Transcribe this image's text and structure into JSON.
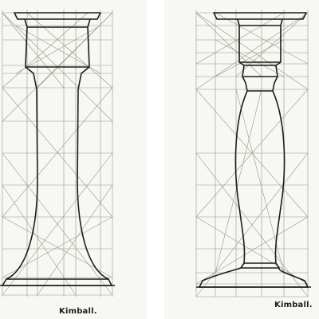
{
  "drawings": [
    {
      "subject": "candlestick-trumpet-form",
      "signature": "Kimball."
    },
    {
      "subject": "candlestick-baluster-form",
      "signature": "Kimball."
    }
  ],
  "colors": {
    "paper": "#f7f7f4",
    "ink": "#1c1c1c",
    "construction_lines": "#9a9684",
    "gap": "#ffffff"
  }
}
